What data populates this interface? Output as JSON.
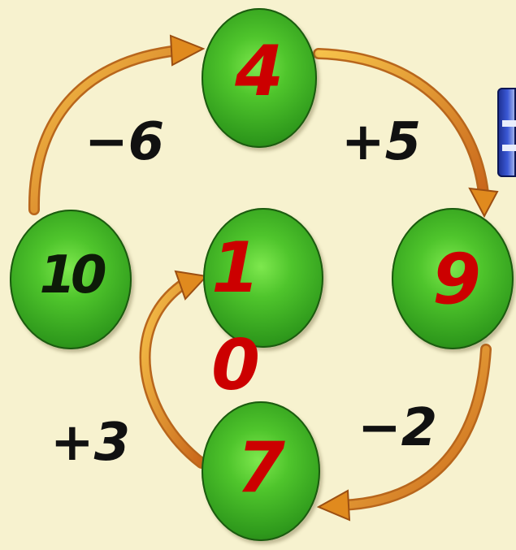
{
  "diagram": {
    "nodes": [
      {
        "id": "top",
        "value": "4",
        "color": "#cc0000"
      },
      {
        "id": "left",
        "value": "10",
        "color": "#0d1a08"
      },
      {
        "id": "right",
        "value": "9",
        "color": "#cc0000"
      },
      {
        "id": "center",
        "value": "1",
        "value_second_line": "0",
        "color": "#cc0000"
      },
      {
        "id": "bottom",
        "value": "7",
        "color": "#cc0000"
      }
    ],
    "operations": [
      {
        "from": "left",
        "to": "top",
        "label": "−6"
      },
      {
        "from": "top",
        "to": "right",
        "label": "+5"
      },
      {
        "from": "right",
        "to": "bottom",
        "label": "−2"
      },
      {
        "from": "bottom",
        "to": "center",
        "label": "+3"
      }
    ]
  },
  "colors": {
    "background": "#f7f2cf",
    "ball": "#3faa22",
    "arrow": "#e08a1e",
    "answer_digits": "#cc0000"
  },
  "icons": [
    "curved-arrow-icon",
    "book-icon"
  ]
}
